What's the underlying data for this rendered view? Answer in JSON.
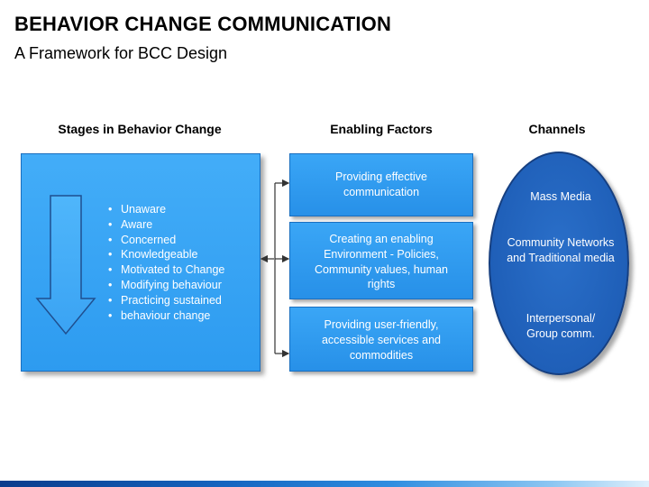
{
  "title": "BEHAVIOR CHANGE COMMUNICATION",
  "subtitle": "A Framework for BCC Design",
  "headers": {
    "stages": "Stages in Behavior Change",
    "factors": "Enabling Factors",
    "channels": "Channels"
  },
  "stages": [
    "Unaware",
    "Aware",
    "Concerned",
    "Knowledgeable",
    "Motivated to Change",
    "Modifying behaviour",
    "Practicing sustained",
    "behaviour change"
  ],
  "factors": [
    "Providing effective communication",
    "Creating an enabling Environment - Policies, Community values, human rights",
    "Providing user-friendly, accessible services and commodities"
  ],
  "channels": [
    "Mass Media",
    "Community Networks and Traditional media",
    "Interpersonal/ Group comm."
  ],
  "colors": {
    "stages_box": "#3aa6f6",
    "factor_box": "#2f98ee",
    "channels_ellipse": "#1f5fb8",
    "connector": "#333333"
  }
}
